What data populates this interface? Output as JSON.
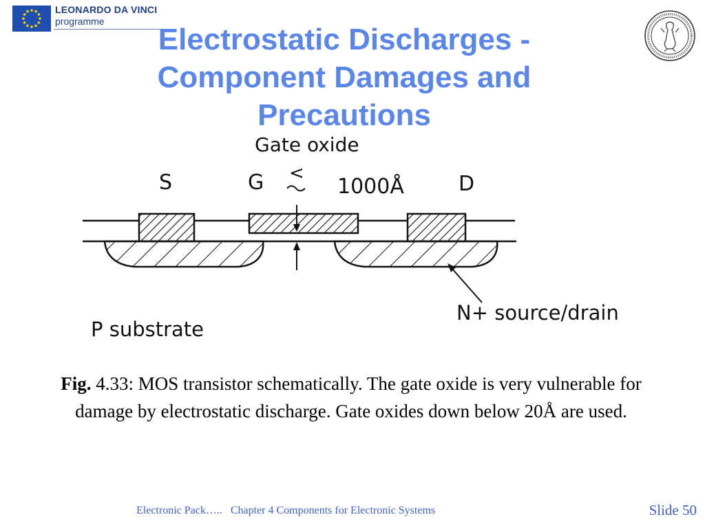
{
  "header": {
    "logo_line1": "LEONARDO DA VINCI",
    "logo_line2": "programme",
    "title": "Electrostatic Discharges - Component Damages and Precautions"
  },
  "figure": {
    "label_gate_oxide": "Gate oxide",
    "label_s": "S",
    "label_g": "G",
    "label_thickness": "1000Å",
    "label_approx": "<",
    "label_d": "D",
    "label_n_source_drain": "N+ source/drain",
    "label_p_substrate": "P substrate"
  },
  "caption": {
    "fig_label": "Fig.",
    "text": "4.33: MOS transistor schematically. The gate oxide is very vulnerable for damage by electrostatic discharge. Gate oxides down below 20Å are used."
  },
  "footer": {
    "left": "Electronic Pack…..",
    "chapter": "Chapter 4 Components for Electronic Systems",
    "slide": "Slide 50"
  },
  "colors": {
    "title": "#5a86ea",
    "footer": "#3e5fd0",
    "logo": "#1f3f8a",
    "eu_blue": "#1e4fb0",
    "eu_star": "#f5d20a"
  }
}
